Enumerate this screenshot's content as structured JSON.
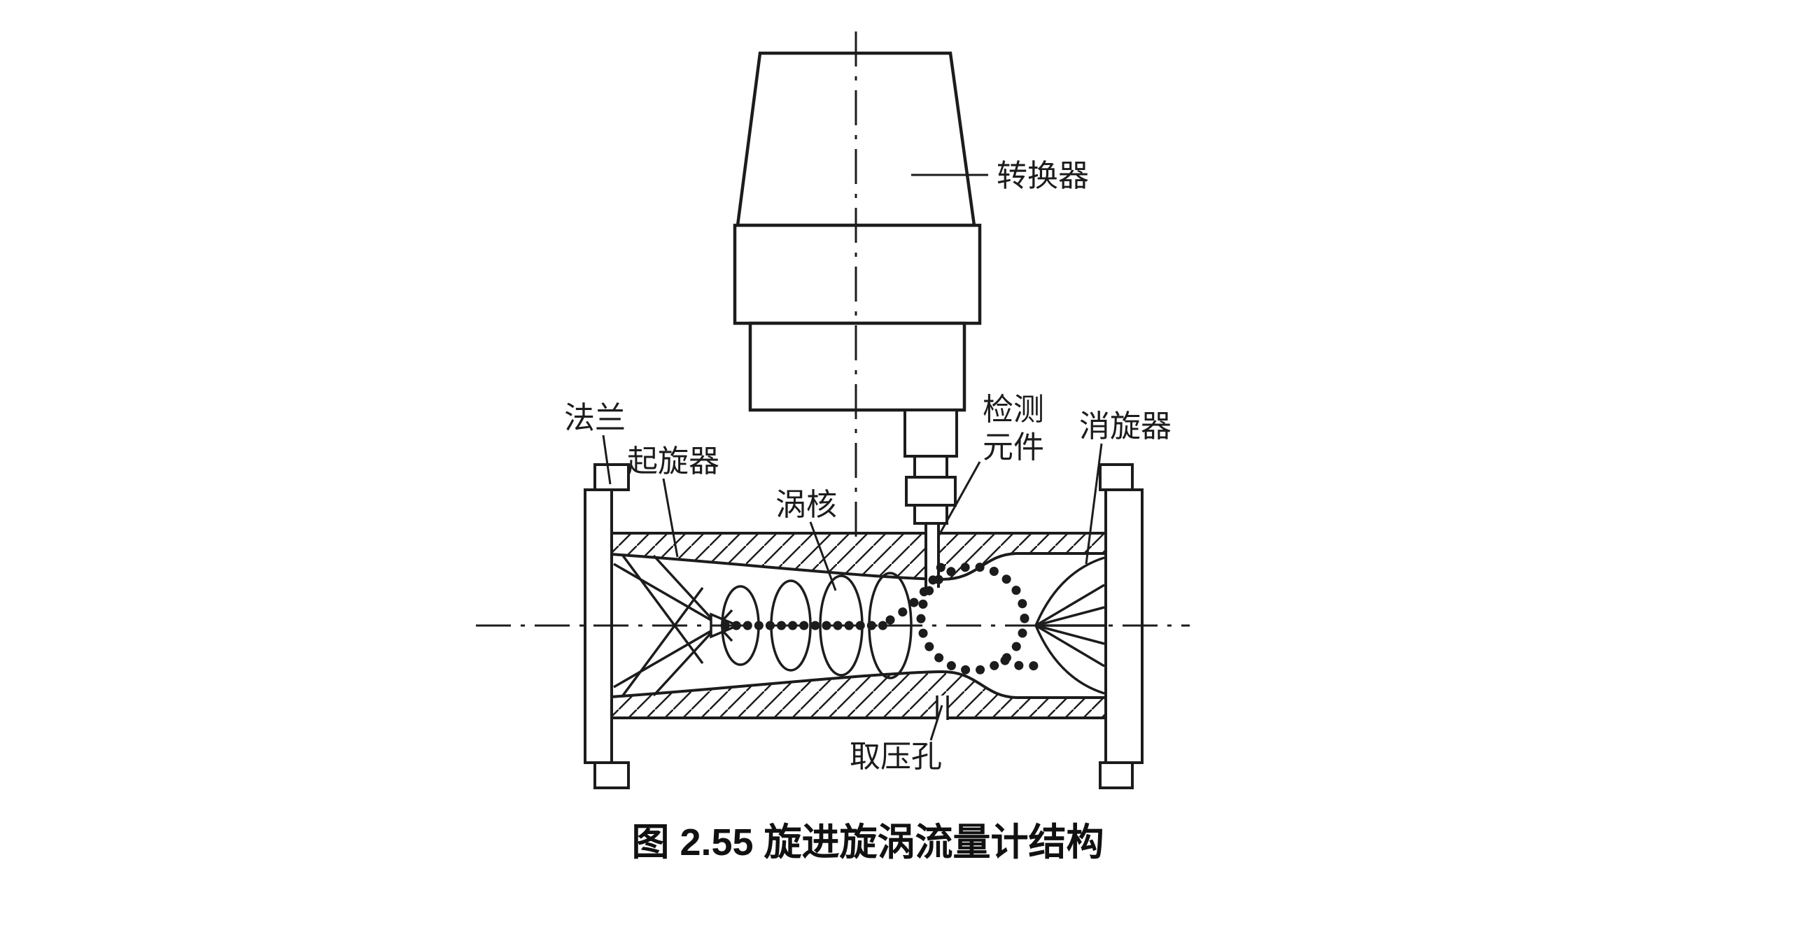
{
  "figure": {
    "caption": "图 2.55 旋进旋涡流量计结构",
    "labels": {
      "converter": "转换器",
      "flange": "法兰",
      "swirler": "起旋器",
      "vortex_core": "涡核",
      "detection_line1": "检测",
      "detection_line2": "元件",
      "deswirler": "消旋器",
      "pressure_tap": "取压孔"
    },
    "colors": {
      "ink": "#1c1c1c",
      "background": "#ffffff"
    }
  }
}
